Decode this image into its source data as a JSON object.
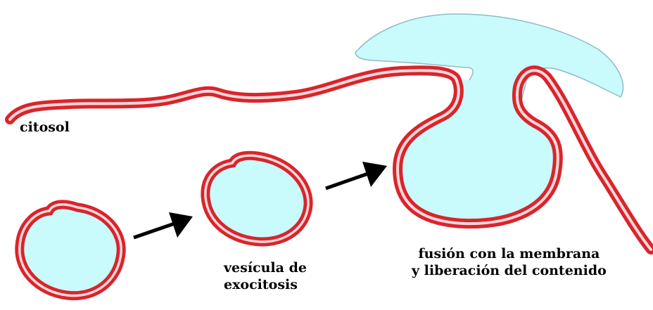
{
  "labels": {
    "citosol": "citosol",
    "vesicula_line1": "vesícula de",
    "vesicula_line2": "exocitosis",
    "fusion_line1": "fusión con la membrana",
    "fusion_line2": "y liberación del contenido"
  },
  "colors": {
    "membrane_outer": "#d8252d",
    "membrane_inner": "#ffd8d8",
    "vesicle_content": "#c9fafc",
    "arrow": "#000000",
    "background": "#ffffff"
  },
  "icons": [
    "arrow-icon",
    "arrow-icon"
  ]
}
